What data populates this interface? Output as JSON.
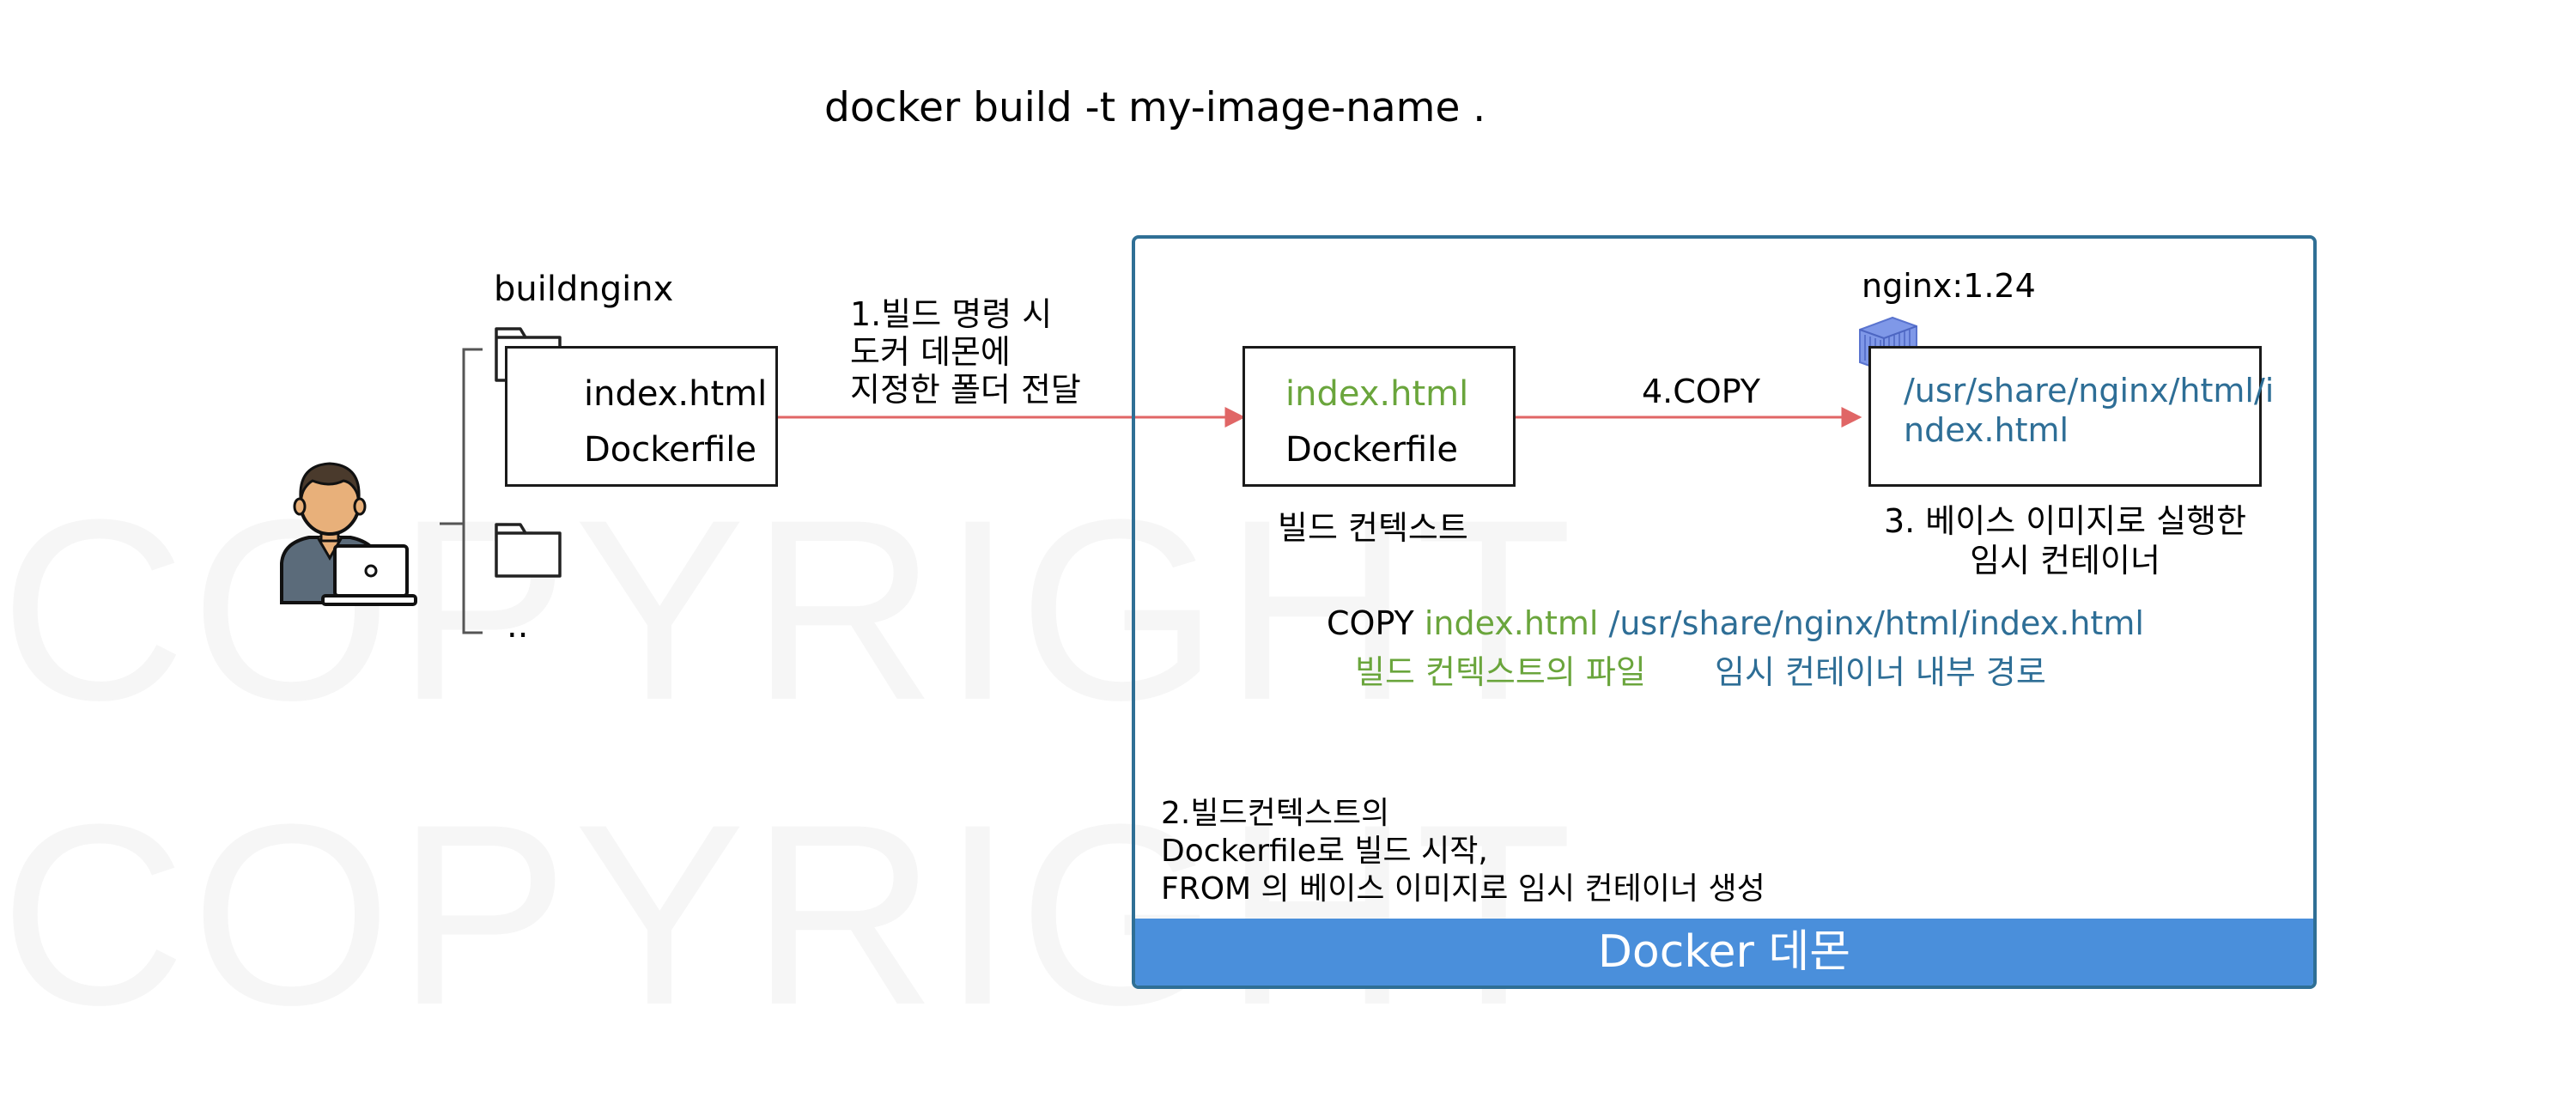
{
  "command": "docker build -t my-image-name .",
  "host": {
    "folder_name": "buildnginx",
    "files": [
      "index.html",
      "Dockerfile"
    ],
    "parent_dir": ".."
  },
  "step1": {
    "lines": [
      "1.빌드 명령 시",
      "도커 데몬에",
      "지정한 폴더 전달"
    ]
  },
  "build_context": {
    "files": [
      "index.html",
      "Dockerfile"
    ],
    "label": "빌드 컨텍스트"
  },
  "step4": {
    "label": "4.COPY"
  },
  "base_image": {
    "name": "nginx:1.24",
    "path_lines": [
      "/usr/share/nginx/html/i",
      "ndex.html"
    ],
    "caption_lines": [
      "3. 베이스 이미지로 실행한",
      "임시 컨테이너"
    ]
  },
  "copy_cmd": {
    "keyword": "COPY",
    "src": "index.html",
    "dest": "/usr/share/nginx/html/index.html",
    "src_label": "빌드 컨텍스트의 파일",
    "dest_label": "임시 컨테이너 내부 경로"
  },
  "step2": {
    "lines": [
      "2.빌드컨텍스트의",
      "Dockerfile로 빌드 시작,",
      "FROM 의 베이스 이미지로 임시 컨테이너 생성"
    ]
  },
  "daemon": {
    "label": "Docker 데몬"
  },
  "watermark": {
    "text": "COPYRIGHT"
  },
  "colors": {
    "accent_blue": "#4a8fdb",
    "border_blue": "#2f6f95",
    "arrow_red": "#e06666",
    "green": "#6aa53c",
    "path_blue": "#2e6e96"
  },
  "icons": [
    "developer-laptop-icon",
    "folder-icon",
    "container-icon"
  ]
}
